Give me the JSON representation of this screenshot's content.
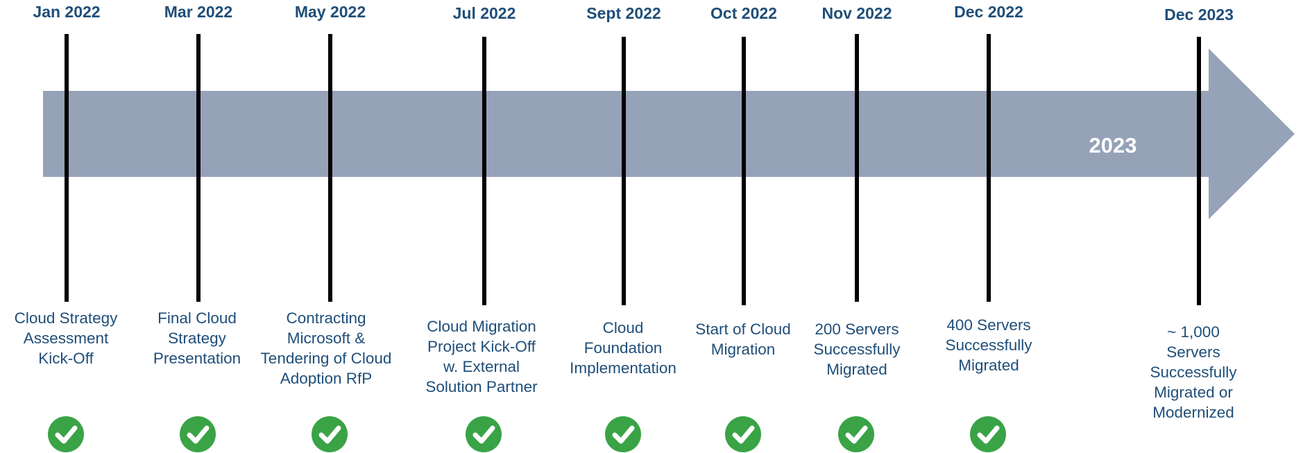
{
  "colors": {
    "arrow": "#95a2b8",
    "text": "#1f4e79",
    "line": "#000000",
    "check": "#3aa346"
  },
  "arrow_label": "2023",
  "milestones": [
    {
      "date": "Jan 2022",
      "text": "Cloud Strategy\nAssessment\nKick-Off",
      "done": true
    },
    {
      "date": "Mar 2022",
      "text": "Final Cloud\nStrategy\nPresentation",
      "done": true
    },
    {
      "date": "May 2022",
      "text": "Contracting\nMicrosoft &\nTendering of Cloud\nAdoption RfP",
      "done": true
    },
    {
      "date": "Jul 2022",
      "text": "Cloud Migration\nProject Kick-Off\nw. External\nSolution Partner",
      "done": true
    },
    {
      "date": "Sept 2022",
      "text": "Cloud\nFoundation\nImplementation",
      "done": true
    },
    {
      "date": "Oct 2022",
      "text": "Start of Cloud\nMigration",
      "done": true
    },
    {
      "date": "Nov 2022",
      "text": "200 Servers\nSuccessfully\nMigrated",
      "done": true
    },
    {
      "date": "Dec 2022",
      "text": "400 Servers\nSuccessfully\nMigrated",
      "done": true
    },
    {
      "date": "Dec 2023",
      "text": "~ 1,000 Servers\nSuccessfully\nMigrated or\nModernized",
      "done": false
    }
  ]
}
